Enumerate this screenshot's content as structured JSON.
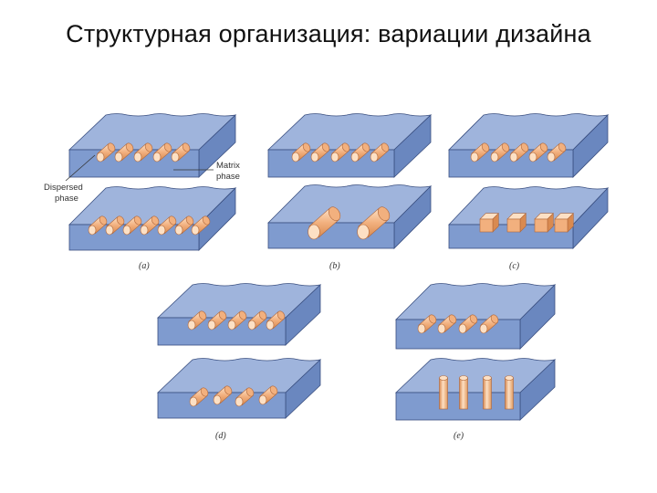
{
  "title": "Структурная организация: вариации дизайна",
  "annotations": {
    "matrix_line1": "Matrix",
    "matrix_line2": "phase",
    "dispersed_line1": "Dispersed",
    "dispersed_line2": "phase"
  },
  "captions": [
    "(a)",
    "(b)",
    "(c)",
    "(d)",
    "(e)"
  ],
  "colors": {
    "slab_top": "#9fb4dc",
    "slab_front": "#7f9bcf",
    "slab_side": "#6a87bf",
    "slab_stroke": "#3a4f80",
    "particle": "#f2b07e",
    "particle_light": "#fde0c4",
    "particle_stroke": "#b0673a"
  }
}
